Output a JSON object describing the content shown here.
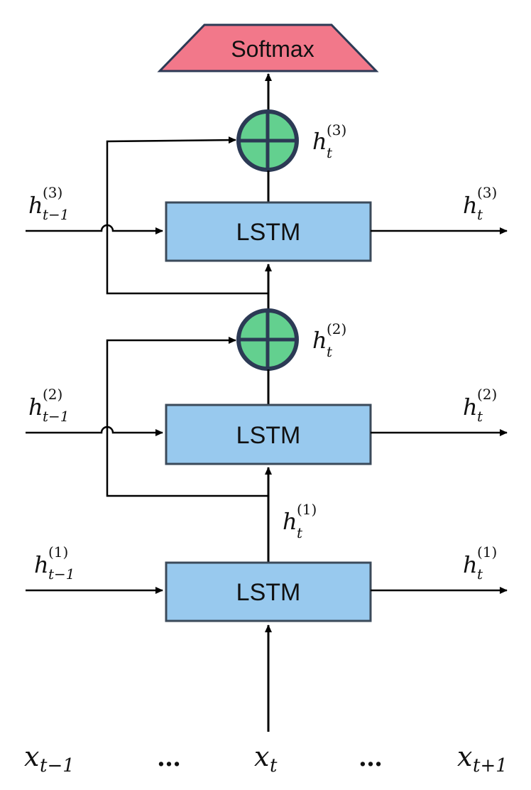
{
  "softmax": {
    "label": "Softmax"
  },
  "layers": [
    {
      "label": "LSTM",
      "prev_base": "h",
      "prev_sub": "t−1",
      "prev_sup": "(1)",
      "out_base": "h",
      "out_sub": "t",
      "out_sup": "(1)",
      "up_base": "h",
      "up_sub": "t",
      "up_sup": "(1)"
    },
    {
      "label": "LSTM",
      "prev_base": "h",
      "prev_sub": "t−1",
      "prev_sup": "(2)",
      "out_base": "h",
      "out_sub": "t",
      "out_sup": "(2)",
      "sum_base": "h",
      "sum_sub": "t",
      "sum_sup": "(2)"
    },
    {
      "label": "LSTM",
      "prev_base": "h",
      "prev_sub": "t−1",
      "prev_sup": "(3)",
      "out_base": "h",
      "out_sub": "t",
      "out_sup": "(3)",
      "sum_base": "h",
      "sum_sub": "t",
      "sum_sup": "(3)"
    }
  ],
  "inputs": [
    {
      "base": "x",
      "sub": "t−1"
    },
    {
      "dots": "…"
    },
    {
      "base": "x",
      "sub": "t"
    },
    {
      "dots": "…"
    },
    {
      "base": "x",
      "sub": "t+1"
    }
  ],
  "colors": {
    "lstm_fill": "#98c9ee",
    "lstm_stroke": "#3b4a5a",
    "sum_fill": "#63d08f",
    "sum_stroke": "#2c3a55",
    "softmax_fill": "#f2788a",
    "softmax_stroke": "#2c3a55"
  }
}
